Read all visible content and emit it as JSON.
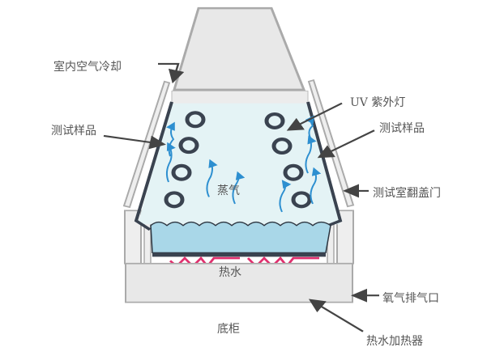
{
  "labels": {
    "indoor_air_cooling": "室内空气冷却",
    "uv_lamp": "UV 紫外灯",
    "test_sample_left": "测试样品",
    "test_sample_right": "测试样品",
    "chamber_door": "测试室翻盖门",
    "steam": "蒸气",
    "hot_water": "热水",
    "oxygen_exhaust": "氧气排气口",
    "base_cabinet": "底柜",
    "water_heater": "热水加热器"
  },
  "colors": {
    "chamber_fill": "#e4f3f5",
    "water_fill": "#a9d7e8",
    "steam": "#2d8fd0",
    "heater": "#e0306e",
    "wall": "#3a4350",
    "housing": "#e8e8e8"
  }
}
